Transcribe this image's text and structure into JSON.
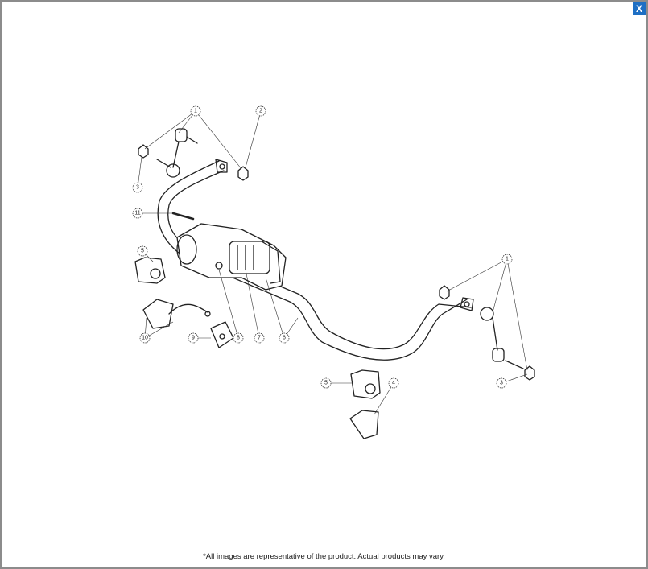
{
  "modal": {
    "close_label": "X"
  },
  "diagram": {
    "callouts": [
      "1",
      "2",
      "3",
      "11",
      "5",
      "10",
      "9",
      "8",
      "7",
      "6",
      "1",
      "3",
      "5",
      "4"
    ]
  },
  "disclaimer": "*All images are representative of the product. Actual products may vary."
}
